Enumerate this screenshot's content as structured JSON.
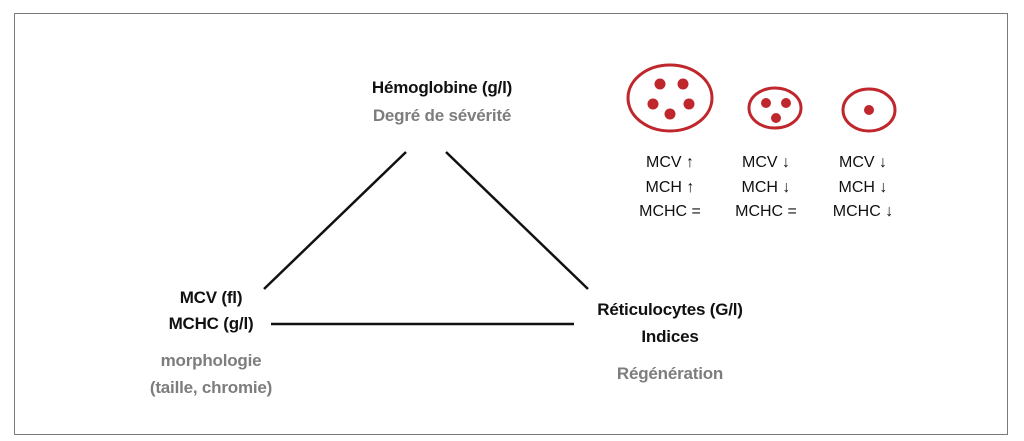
{
  "top_node": {
    "title": "Hémoglobine (g/l)",
    "subtitle": "Degré de sévérité"
  },
  "left_node": {
    "line1": "MCV (fl)",
    "line2": "MCHC (g/l)",
    "sub1": "morphologie",
    "sub2": "(taille, chromie)"
  },
  "right_node": {
    "line1": "Réticulocytes (G/l)",
    "line2": "Indices",
    "sub": "Régénération"
  },
  "cells": [
    {
      "type": "large-cell-with-dots",
      "dot_count": 5,
      "mcv": "MCV ↑",
      "mch": "MCH ↑",
      "mchc": "MCHC ="
    },
    {
      "type": "medium-cell-with-dots",
      "dot_count": 3,
      "mcv": "MCV ↓",
      "mch": "MCH ↓",
      "mchc": "MCHC ="
    },
    {
      "type": "small-cell-with-dot",
      "dot_count": 1,
      "mcv": "MCV ↓",
      "mch": "MCH ↓",
      "mchc": "MCHC ↓"
    }
  ],
  "colors": {
    "cell_red": "#c0272d",
    "text_dark": "#111111",
    "text_gray": "#7d7d7d",
    "border": "#7a7a7a"
  }
}
